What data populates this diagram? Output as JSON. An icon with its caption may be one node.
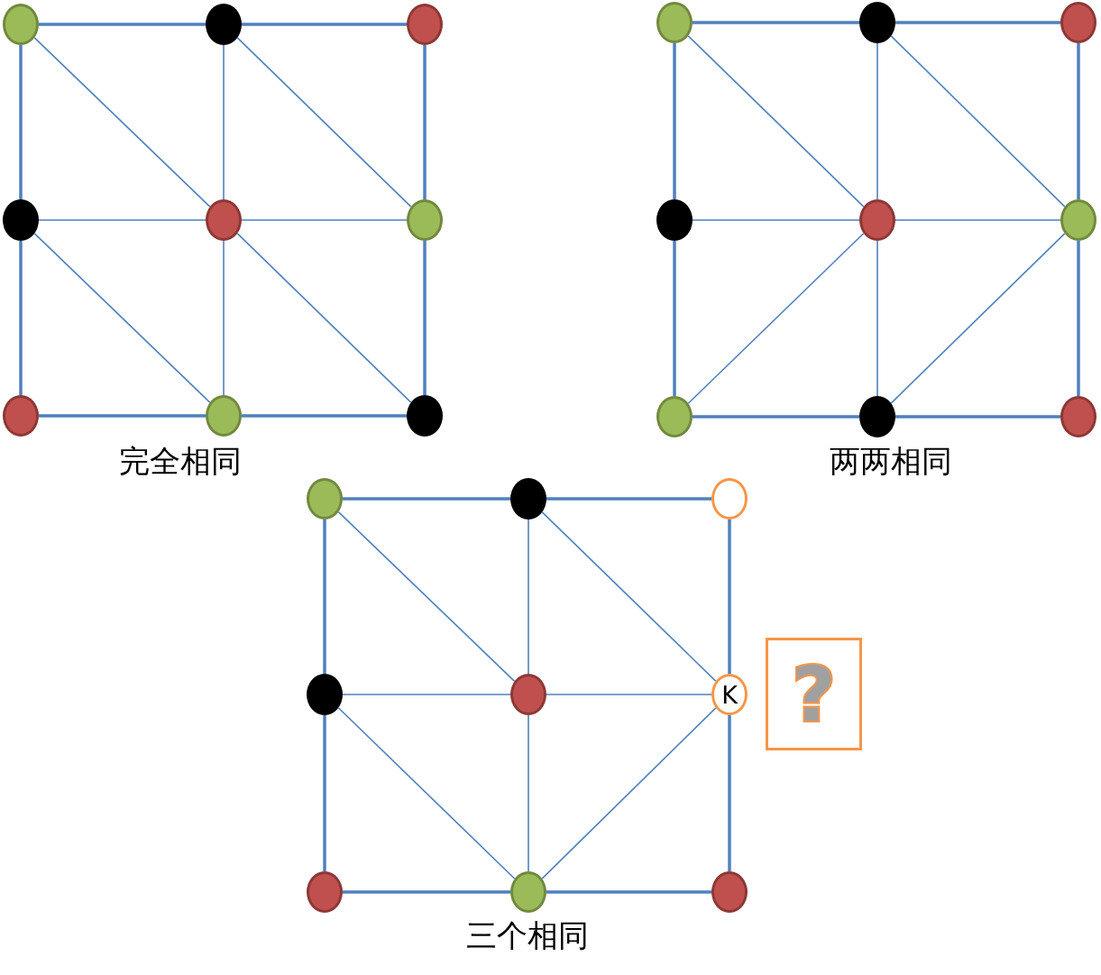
{
  "diagram": {
    "nodes": [
      {
        "text": [],
        "shape": "circle"
      },
      {
        "text": [],
        "shape": "circle"
      },
      {
        "text": [],
        "shape": "circle"
      },
      {
        "text": [],
        "shape": "circle"
      },
      {
        "text": [],
        "shape": "circle"
      },
      {
        "text": [],
        "shape": "circle"
      },
      {
        "text": [],
        "shape": "circle"
      },
      {
        "text": [],
        "shape": "circle"
      },
      {
        "text": [],
        "shape": "circle"
      },
      {
        "text": [],
        "shape": "circle"
      },
      {
        "text": [],
        "shape": "circle"
      },
      {
        "text": [],
        "shape": "circle"
      },
      {
        "text": [],
        "shape": "circle"
      },
      {
        "text": [],
        "shape": "circle"
      },
      {
        "text": [],
        "shape": "circle"
      },
      {
        "text": [],
        "shape": "circle"
      },
      {
        "text": [],
        "shape": "circle"
      },
      {
        "text": [],
        "shape": "circle"
      },
      {
        "text": [],
        "shape": "circle"
      },
      {
        "text": [],
        "shape": "circle"
      },
      {
        "text": [],
        "shape": "circle"
      },
      {
        "text": [],
        "shape": "circle"
      },
      {
        "text": [],
        "shape": "circle"
      },
      {
        "text": [
          "K"
        ]
      },
      {
        "text": [],
        "shape": "circle"
      },
      {
        "text": [],
        "shape": "circle"
      },
      {
        "text": [],
        "shape": "circle"
      },
      {
        "text": [
          "?"
        ]
      }
    ],
    "edges": [
      {
        "from": 0,
        "to": 1,
        "arrow": "none",
        "style": "thick"
      },
      {
        "from": 1,
        "to": 2,
        "arrow": "none",
        "style": "thick"
      },
      {
        "from": 0,
        "to": 3,
        "arrow": "none",
        "style": "thick"
      },
      {
        "from": 1,
        "to": 4,
        "arrow": "none"
      },
      {
        "from": 2,
        "to": 5,
        "arrow": "none",
        "style": "thick"
      },
      {
        "from": 0,
        "to": 4,
        "arrow": "none"
      },
      {
        "from": 1,
        "to": 5,
        "arrow": "none"
      },
      {
        "from": 3,
        "to": 4,
        "arrow": "none"
      },
      {
        "from": 4,
        "to": 5,
        "arrow": "none"
      },
      {
        "from": 3,
        "to": 6,
        "arrow": "none",
        "style": "thick"
      },
      {
        "from": 4,
        "to": 7,
        "arrow": "none"
      },
      {
        "from": 5,
        "to": 8,
        "arrow": "none",
        "style": "thick"
      },
      {
        "from": 3,
        "to": 7,
        "arrow": "none"
      },
      {
        "from": 4,
        "to": 8,
        "arrow": "none"
      },
      {
        "from": 6,
        "to": 7,
        "arrow": "none",
        "style": "thick"
      },
      {
        "from": 7,
        "to": 8,
        "arrow": "none",
        "style": "thick"
      },
      {
        "from": 9,
        "to": 10,
        "arrow": "none",
        "style": "thick"
      },
      {
        "from": 10,
        "to": 11,
        "arrow": "none",
        "style": "thick"
      },
      {
        "from": 9,
        "to": 12,
        "arrow": "none",
        "style": "thick"
      },
      {
        "from": 10,
        "to": 13,
        "arrow": "none"
      },
      {
        "from": 11,
        "to": 14,
        "arrow": "none",
        "style": "thick"
      },
      {
        "from": 9,
        "to": 13,
        "arrow": "none"
      },
      {
        "from": 10,
        "to": 14,
        "arrow": "none"
      },
      {
        "from": 12,
        "to": 13,
        "arrow": "none"
      },
      {
        "from": 13,
        "to": 14,
        "arrow": "none"
      },
      {
        "from": 12,
        "to": 15,
        "arrow": "none",
        "style": "thick"
      },
      {
        "from": 13,
        "to": 16,
        "arrow": "none"
      },
      {
        "from": 14,
        "to": 17,
        "arrow": "none",
        "style": "thick"
      },
      {
        "from": 13,
        "to": 15,
        "arrow": "none"
      },
      {
        "from": 14,
        "to": 16,
        "arrow": "none"
      },
      {
        "from": 15,
        "to": 16,
        "arrow": "none",
        "style": "thick"
      },
      {
        "from": 16,
        "to": 17,
        "arrow": "none",
        "style": "thick"
      },
      {
        "from": 18,
        "to": 19,
        "arrow": "none",
        "style": "thick"
      },
      {
        "from": 19,
        "to": 20,
        "arrow": "none",
        "style": "thick"
      },
      {
        "from": 18,
        "to": 21,
        "arrow": "none",
        "style": "thick"
      },
      {
        "from": 19,
        "to": 22,
        "arrow": "none"
      },
      {
        "from": 20,
        "to": 23,
        "arrow": "none",
        "style": "thick"
      },
      {
        "from": 18,
        "to": 22,
        "arrow": "none"
      },
      {
        "from": 19,
        "to": 23,
        "arrow": "none"
      },
      {
        "from": 21,
        "to": 22,
        "arrow": "none"
      },
      {
        "from": 22,
        "to": 23,
        "arrow": "none"
      },
      {
        "from": 21,
        "to": 24,
        "arrow": "none",
        "style": "thick"
      },
      {
        "from": 22,
        "to": 25,
        "arrow": "none"
      },
      {
        "from": 23,
        "to": 26,
        "arrow": "none",
        "style": "thick"
      },
      {
        "from": 21,
        "to": 25,
        "arrow": "none"
      },
      {
        "from": 23,
        "to": 25,
        "arrow": "none"
      },
      {
        "from": 24,
        "to": 25,
        "arrow": "none",
        "style": "thick"
      },
      {
        "from": 25,
        "to": 26,
        "arrow": "none",
        "style": "thick"
      }
    ],
    "labels": [
      "完全相同",
      "两两相同",
      "三个相同"
    ]
  }
}
